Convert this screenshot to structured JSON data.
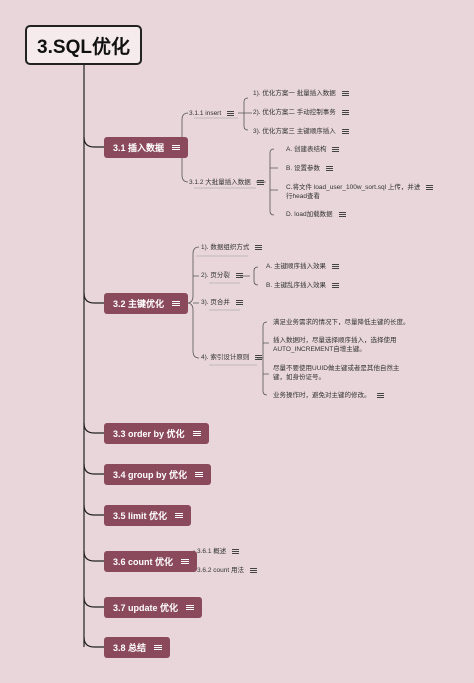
{
  "title": "3.SQL优化",
  "sections": [
    {
      "label": "3.1 插入数据"
    },
    {
      "label": "3.2 主键优化"
    },
    {
      "label": "3.3 order by 优化"
    },
    {
      "label": "3.4 group by 优化"
    },
    {
      "label": "3.5 limit 优化"
    },
    {
      "label": "3.6 count 优化"
    },
    {
      "label": "3.7 update 优化"
    },
    {
      "label": "3.8 总结"
    }
  ],
  "s1": {
    "insert": {
      "label": "3.1.1 insert",
      "items": [
        "1). 优化方案一  批量插入数据",
        "2). 优化方案二  手动控制事务",
        "3). 优化方案三  主键顺序插入"
      ]
    },
    "bulk": {
      "label": "3.1.2 大批量插入数据",
      "items": [
        "A. 创建表结构",
        "B. 设置参数",
        "C.将文件 load_user_100w_sort.sql  上传，并进",
        "行head查看",
        "D. load加载数据"
      ]
    }
  },
  "s2": {
    "items": [
      "1). 数据组织方式",
      "2). 页分裂",
      "3). 页合并",
      "4). 索引设计原则"
    ],
    "split": [
      "A. 主键顺序插入效果",
      "B. 主键乱序插入效果"
    ],
    "principles": [
      "满足业务需求的情况下，尽量降低主键的长度。",
      "插入数据时，尽量选择顺序插入，选择使用",
      "AUTO_INCREMENT自增主键。",
      "尽量不要使用UUID做主键或者是其他自然主",
      "键，如身份证号。",
      "业务操作时，避免对主键的修改。"
    ]
  },
  "s6": {
    "items": [
      "3.6.1 概述",
      "3.6.2 count 用法"
    ]
  }
}
